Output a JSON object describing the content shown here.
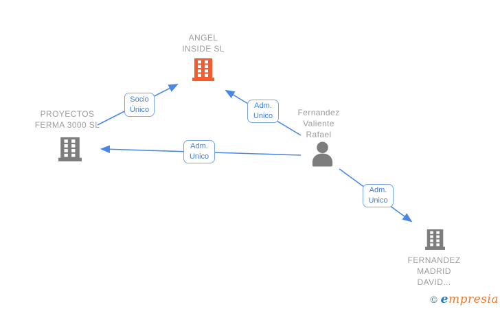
{
  "colors": {
    "arrow": "#4A86E8",
    "label_border": "#76A7F0",
    "label_text": "#3C7DE8",
    "node_text": "#9C9C9C",
    "building_orange": "#F55B2C",
    "building_gray": "#7D7D7D",
    "person_gray": "#7D7D7D",
    "brand_teal": "#437F8E",
    "brand_blue": "#1F76BB",
    "brand_orange": "#E97B2F"
  },
  "diagram": {
    "nodes": {
      "angel": {
        "type": "company",
        "label": "ANGEL\nINSIDE  SL",
        "icon": "building-icon-orange"
      },
      "proyectos": {
        "type": "company",
        "label": "PROYECTOS\nFERMA 3000 SL",
        "icon": "building-icon-gray"
      },
      "person": {
        "type": "person",
        "label": "Fernandez\nValiente\nRafael",
        "icon": "person-icon"
      },
      "fernandez": {
        "type": "company",
        "label": "FERNANDEZ\nMADRID\nDAVID...",
        "icon": "building-icon-gray"
      }
    },
    "edges": [
      {
        "label": "Socio\nÚnico",
        "from": "proyectos",
        "to": "angel"
      },
      {
        "label": "Adm.\nUnico",
        "from": "person",
        "to": "angel"
      },
      {
        "label": "Adm.\nUnico",
        "from": "person",
        "to": "proyectos"
      },
      {
        "label": "Adm.\nUnico",
        "from": "person",
        "to": "fernandez"
      }
    ]
  },
  "watermark": {
    "copyright": "©",
    "brand_first_letter": "e",
    "brand_rest": "mpresia"
  }
}
